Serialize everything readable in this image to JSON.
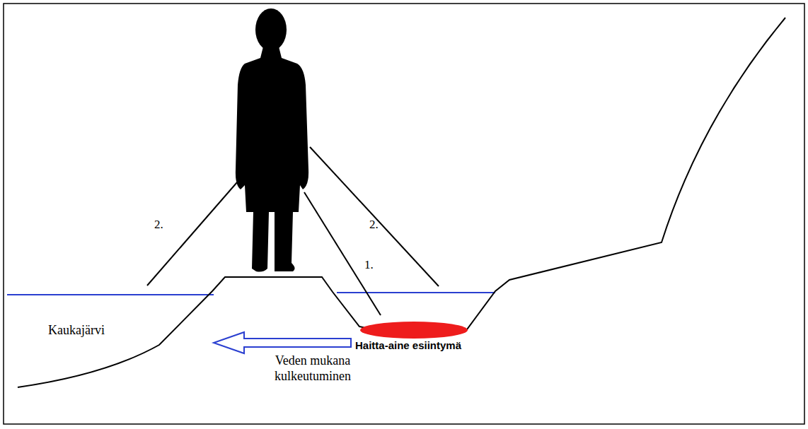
{
  "diagram": {
    "labels": [
      "2.",
      "1.",
      "2.",
      "Kaukajärvi",
      "Haitta-aine esiintymä",
      "Veden mukana kulkeutuminen"
    ]
  }
}
